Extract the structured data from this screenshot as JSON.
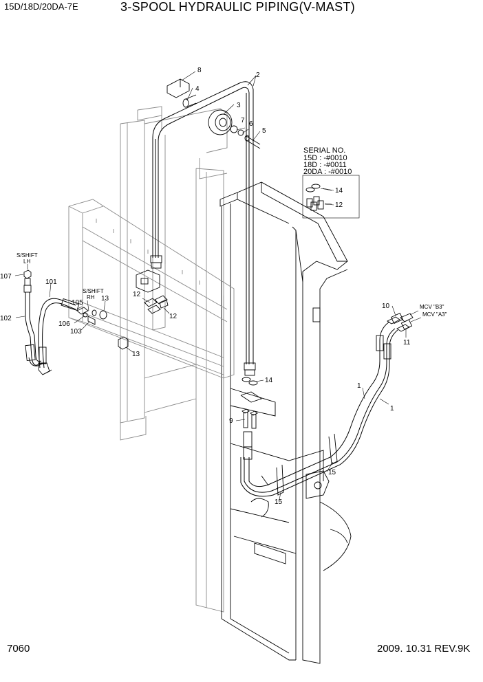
{
  "header": {
    "model": "15D/18D/20DA-7E",
    "title": "3-SPOOL HYDRAULIC PIPING(V-MAST)"
  },
  "serial_note": {
    "title": "SERIAL NO.",
    "line1": "15D  : -#0010",
    "line2": "18D  : -#0011",
    "line3": "20DA : -#0010"
  },
  "labels": {
    "sshift_lh_1": "S/SHIFT",
    "sshift_lh_2": "LH",
    "sshift_rh_1": "S/SHIFT",
    "sshift_rh_2": "RH",
    "mcv_b3": "MCV \"B3\"",
    "mcv_a3": "MCV \"A3\""
  },
  "callouts": {
    "c1a": "1",
    "c1b": "1",
    "c2": "2",
    "c3": "3",
    "c4": "4",
    "c5": "5",
    "c6": "6",
    "c7": "7",
    "c8": "8",
    "c9": "9",
    "c10": "10",
    "c11": "11",
    "c12a": "12",
    "c12b": "12",
    "c12c": "12",
    "c13a": "13",
    "c13b": "13",
    "c14a": "14",
    "c14b": "14",
    "c15a": "15",
    "c15b": "15",
    "c101": "101",
    "c102": "102",
    "c103": "103",
    "c105": "105",
    "c106": "106",
    "c107": "107"
  },
  "footer": {
    "page": "7060",
    "date_rev": "2009. 10.31  REV.9K"
  }
}
